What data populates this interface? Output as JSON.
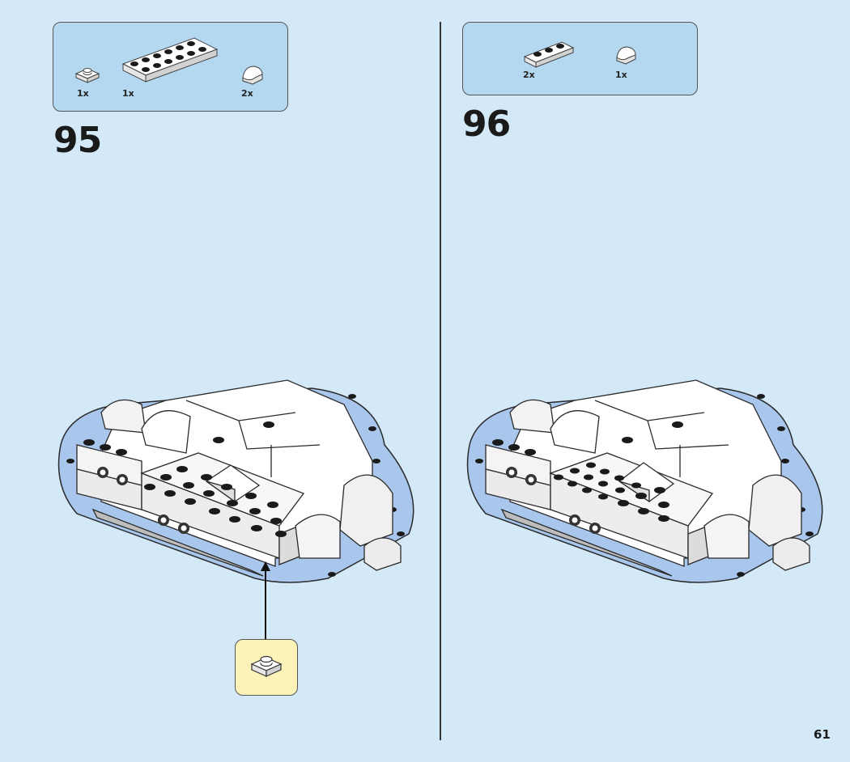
{
  "page_number": "61",
  "steps": [
    {
      "number": "95",
      "parts": [
        {
          "name": "plate-1x1",
          "qty": "1x"
        },
        {
          "name": "plate-2x6",
          "qty": "1x"
        },
        {
          "name": "slope-curved-1x1",
          "qty": "2x"
        }
      ],
      "callout_part": "plate-1x1"
    },
    {
      "number": "96",
      "parts": [
        {
          "name": "plate-1x3",
          "qty": "2x"
        },
        {
          "name": "slope-curved-1x1",
          "qty": "1x"
        }
      ]
    }
  ],
  "colors": {
    "background": "#d3e9f8",
    "parts_box": "#b5d8f1",
    "callout_box": "#fdf2b8",
    "base_plate": "#a9c7ec",
    "brick_white": "#f7f7f7"
  }
}
